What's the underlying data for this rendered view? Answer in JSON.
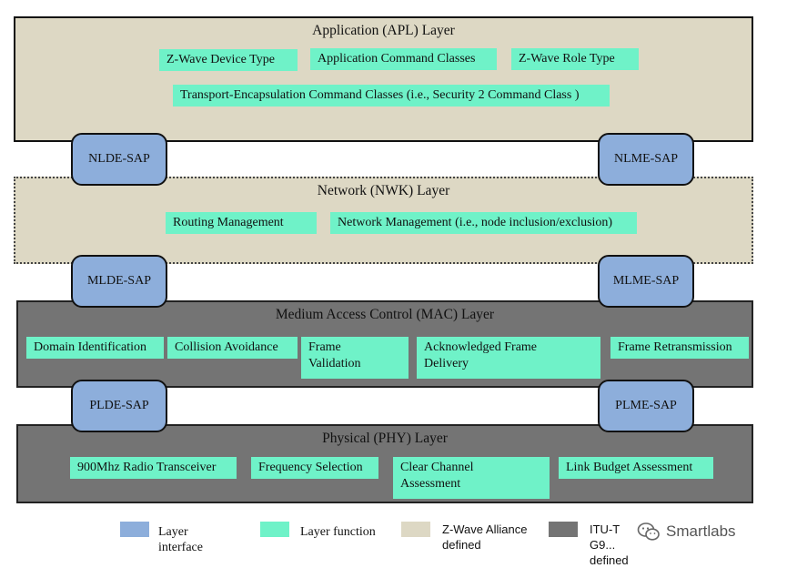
{
  "apl": {
    "title": "Application (APL) Layer",
    "functions": [
      "Z-Wave Device Type",
      "Application Command Classes",
      "Z-Wave Role Type",
      "Transport-Encapsulation Command Classes (i.e., Security 2 Command Class  )"
    ]
  },
  "nwk": {
    "title": "Network (NWK) Layer",
    "functions": [
      "Routing Management",
      "Network Management (i.e., node inclusion/exclusion)"
    ]
  },
  "mac": {
    "title": "Medium Access Control (MAC) Layer",
    "functions": [
      "Domain Identification",
      "Collision Avoidance",
      "Frame Validation",
      "Acknowledged Frame Delivery",
      "Frame Retransmission"
    ]
  },
  "phy": {
    "title": "Physical (PHY) Layer",
    "functions": [
      "900Mhz Radio Transceiver",
      "Frequency Selection",
      "Clear Channel Assessment",
      "Link Budget Assessment"
    ]
  },
  "saps": {
    "nlde": "NLDE-SAP",
    "nlme": "NLME-SAP",
    "mlde": "MLDE-SAP",
    "mlme": "MLME-SAP",
    "plde": "PLDE-SAP",
    "plme": "PLME-SAP"
  },
  "legend": {
    "layer_interface": "Layer interface",
    "layer_function": "Layer function",
    "zwave_alliance": "Z-Wave Alliance defined",
    "itu": "ITU-T G9... defined",
    "colors": {
      "layer_interface": "#8daedb",
      "layer_function": "#6ff2c8",
      "zwave_alliance": "#ddd8c4",
      "itu": "#747474"
    }
  },
  "watermark": {
    "text": "Smartlabs",
    "icon": "wechat-icon"
  }
}
